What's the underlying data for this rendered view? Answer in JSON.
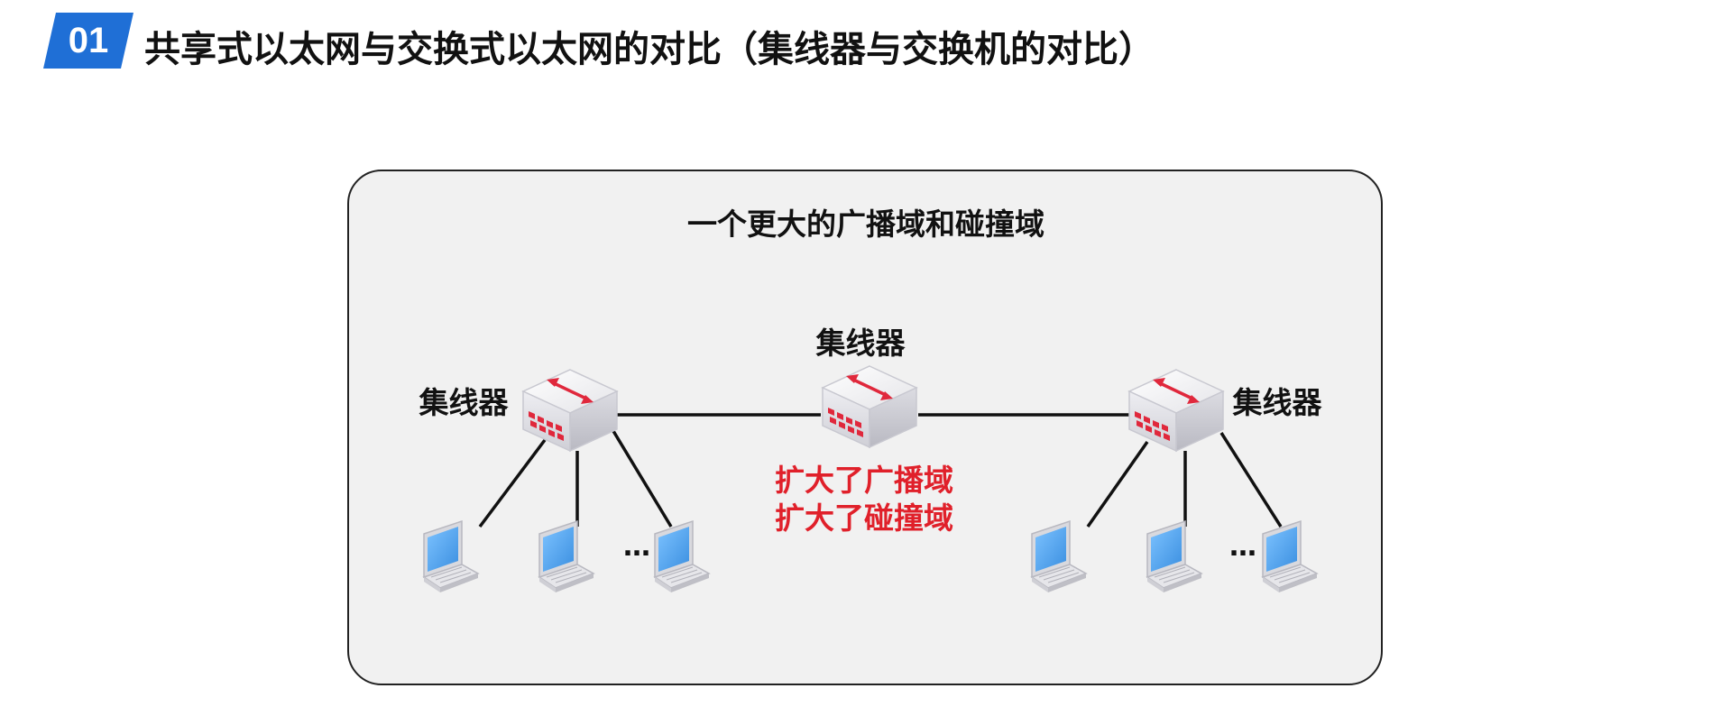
{
  "header": {
    "number": "01",
    "title": "共享式以太网与交换式以太网的对比（集线器与交换机的对比）"
  },
  "diagram": {
    "panel_title": "一个更大的广播域和碰撞域",
    "hub_left_label": "集线器",
    "hub_center_label": "集线器",
    "hub_right_label": "集线器",
    "annotation_line1": "扩大了广播域",
    "annotation_line2": "扩大了碰撞域",
    "ellipsis_left": "…",
    "ellipsis_right": "…"
  },
  "colors": {
    "badge": "#1f6fd6",
    "annotation": "#e0202a",
    "hub_arrow": "#e0283c",
    "laptop_screen": "#5aa9f0"
  }
}
